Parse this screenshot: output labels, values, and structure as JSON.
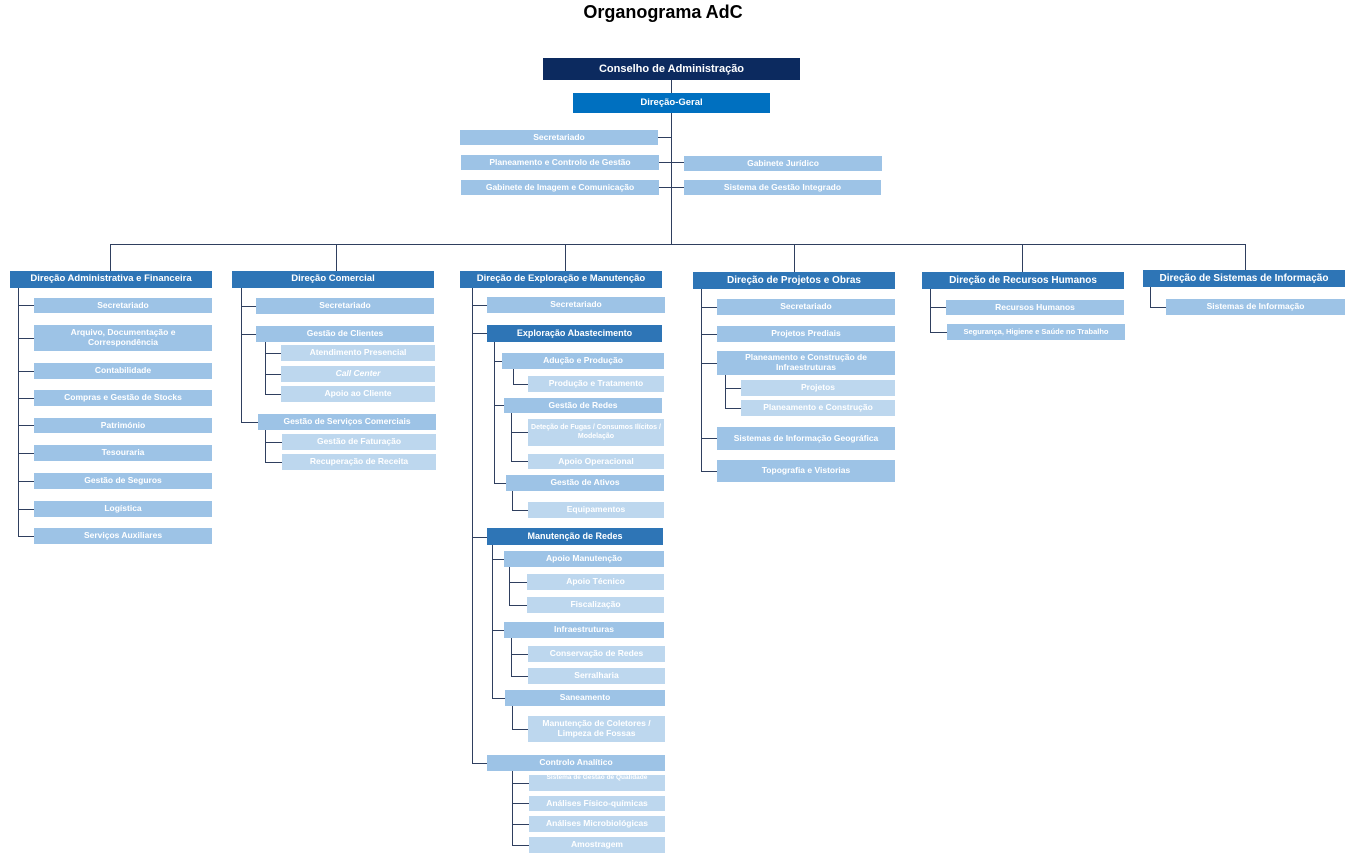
{
  "title": "Organograma AdC",
  "colors": {
    "board": "#0C2A5F",
    "general_direction": "#0070C0",
    "direction": "#2E75B6",
    "unit": "#9DC3E6",
    "subunit": "#BDD7EE",
    "connector": "#2F3F5F"
  },
  "board": "Conselho de Administração",
  "general_direction": "Direção-Geral",
  "staff": [
    "Secretariado",
    "Planeamento e Controlo de Gestão",
    "Gabinete de Imagem e Comunicação",
    "Gabinete Jurídico",
    "Sistema de Gestão Integrado"
  ],
  "directions": [
    {
      "name": "Direção Administrativa e Financeira",
      "units": [
        {
          "name": "Secretariado"
        },
        {
          "name": "Arquivo, Documentação e Correspondência"
        },
        {
          "name": "Contabilidade"
        },
        {
          "name": "Compras e Gestão de Stocks"
        },
        {
          "name": "Património"
        },
        {
          "name": "Tesouraria"
        },
        {
          "name": "Gestão de Seguros"
        },
        {
          "name": "Logística"
        },
        {
          "name": "Serviços Auxiliares"
        }
      ]
    },
    {
      "name": "Direção Comercial",
      "units": [
        {
          "name": "Secretariado"
        },
        {
          "name": "Gestão de Clientes",
          "children": [
            {
              "name": "Atendimento Presencial"
            },
            {
              "name": "Call Center"
            },
            {
              "name": "Apoio ao Cliente"
            }
          ]
        },
        {
          "name": "Gestão de Serviços Comerciais",
          "children": [
            {
              "name": "Gestão de Faturação"
            },
            {
              "name": "Recuperação de Receita"
            }
          ]
        }
      ]
    },
    {
      "name": "Direção de Exploração e Manutenção",
      "units": [
        {
          "name": "Secretariado"
        },
        {
          "name": "Exploração Abastecimento",
          "children": [
            {
              "name": "Adução e Produção",
              "children": [
                {
                  "name": "Produção e Tratamento"
                }
              ]
            },
            {
              "name": "Gestão de Redes",
              "children": [
                {
                  "name": "Deteção de Fugas / Consumos Ilícitos / Modelação"
                },
                {
                  "name": "Apoio Operacional"
                }
              ]
            },
            {
              "name": "Gestão de Ativos",
              "children": [
                {
                  "name": "Equipamentos"
                }
              ]
            }
          ]
        },
        {
          "name": "Manutenção de Redes",
          "children": [
            {
              "name": "Apoio Manutenção",
              "children": [
                {
                  "name": "Apoio Técnico"
                },
                {
                  "name": "Fiscalização"
                }
              ]
            },
            {
              "name": "Infraestruturas",
              "children": [
                {
                  "name": "Conservação de Redes"
                },
                {
                  "name": "Serralharia"
                }
              ]
            },
            {
              "name": "Saneamento",
              "children": [
                {
                  "name": "Manutenção de Coletores / Limpeza de Fossas"
                }
              ]
            }
          ]
        },
        {
          "name": "Controlo Analítico",
          "children": [
            {
              "name": "Sistema de Gestão de Qualidade"
            },
            {
              "name": "Análises Físico-químicas"
            },
            {
              "name": "Análises Microbiológicas"
            },
            {
              "name": "Amostragem"
            }
          ]
        }
      ]
    },
    {
      "name": "Direção de Projetos e Obras",
      "units": [
        {
          "name": "Secretariado"
        },
        {
          "name": "Projetos Prediais"
        },
        {
          "name": "Planeamento e Construção de Infraestruturas",
          "children": [
            {
              "name": "Projetos"
            },
            {
              "name": "Planeamento e Construção"
            }
          ]
        },
        {
          "name": "Sistemas de Informação Geográfica"
        },
        {
          "name": "Topografia e Vistorias"
        }
      ]
    },
    {
      "name": "Direção de Recursos Humanos",
      "units": [
        {
          "name": "Recursos Humanos"
        },
        {
          "name": "Segurança, Higiene e Saúde no Trabalho"
        }
      ]
    },
    {
      "name": "Direção de Sistemas de Informação",
      "units": [
        {
          "name": "Sistemas de Informação"
        }
      ]
    }
  ]
}
